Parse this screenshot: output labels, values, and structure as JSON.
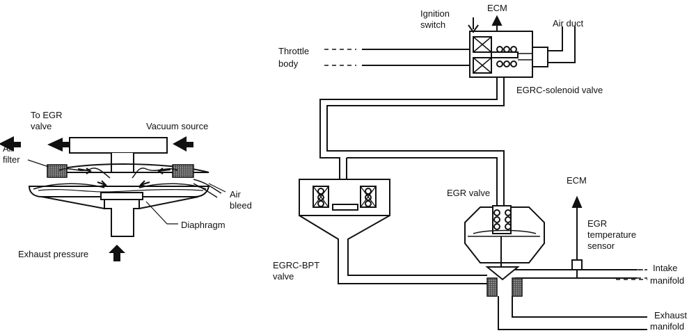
{
  "left_diagram": {
    "to_egr_valve_line1": "To EGR",
    "to_egr_valve_line2": "valve",
    "vacuum_source": "Vacuum source",
    "air_filter_line1": "Air",
    "air_filter_line2": "filter",
    "air_bleed_line1": "Air",
    "air_bleed_line2": "bleed",
    "diaphragm": "Diaphragm",
    "exhaust_pressure": "Exhaust pressure"
  },
  "right_diagram": {
    "ignition_switch_line1": "Ignition",
    "ignition_switch_line2": "switch",
    "ecm_top": "ECM",
    "air_duct": "Air duct",
    "throttle_body_line1": "Throttle",
    "throttle_body_line2": "body",
    "egrc_solenoid_valve": "EGRC-solenoid valve",
    "egrc_bpt_valve_line1": "EGRC-BPT",
    "egrc_bpt_valve_line2": "valve",
    "egr_valve": "EGR valve",
    "ecm_right": "ECM",
    "egr_temp_sensor_line1": "EGR",
    "egr_temp_sensor_line2": "temperature",
    "egr_temp_sensor_line3": "sensor",
    "intake_manifold_line1": "Intake",
    "intake_manifold_line2": "manifold",
    "exhaust_manifold_line1": "Exhaust",
    "exhaust_manifold_line2": "manifold"
  }
}
